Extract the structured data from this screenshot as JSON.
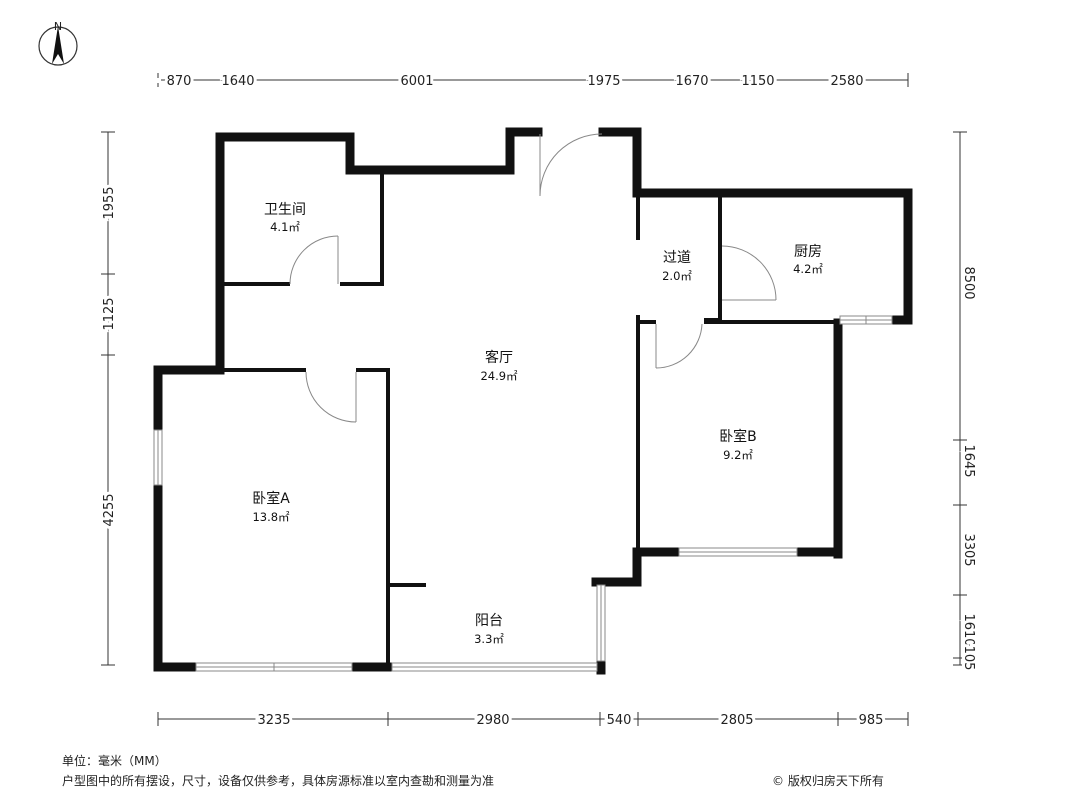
{
  "compass": {
    "label": "N"
  },
  "dimensions": {
    "top": [
      "870",
      "1640",
      "6001",
      "1975",
      "1670",
      "1150",
      "2580"
    ],
    "bottom": [
      "3235",
      "2980",
      "540",
      "2805",
      "985"
    ],
    "left": [
      "1955",
      "1125",
      "4255"
    ],
    "right": [
      "8500",
      "1645",
      "3305",
      "1610",
      "105"
    ]
  },
  "rooms": [
    {
      "id": "bathroom",
      "name": "卫生间",
      "area": "4.1㎡"
    },
    {
      "id": "living",
      "name": "客厅",
      "area": "24.9㎡"
    },
    {
      "id": "corridor",
      "name": "过道",
      "area": "2.0㎡"
    },
    {
      "id": "kitchen",
      "name": "厨房",
      "area": "4.2㎡"
    },
    {
      "id": "bedroom-b",
      "name": "卧室B",
      "area": "9.2㎡"
    },
    {
      "id": "bedroom-a",
      "name": "卧室A",
      "area": "13.8㎡"
    },
    {
      "id": "balcony",
      "name": "阳台",
      "area": "3.3㎡"
    }
  ],
  "footer": {
    "unit": "单位：毫米（MM）",
    "disclaimer": "户型图中的所有摆设，尺寸，设备仅供参考，具体房源标准以室内查勘和测量为准",
    "copyright": "© 版权归房天下所有"
  }
}
